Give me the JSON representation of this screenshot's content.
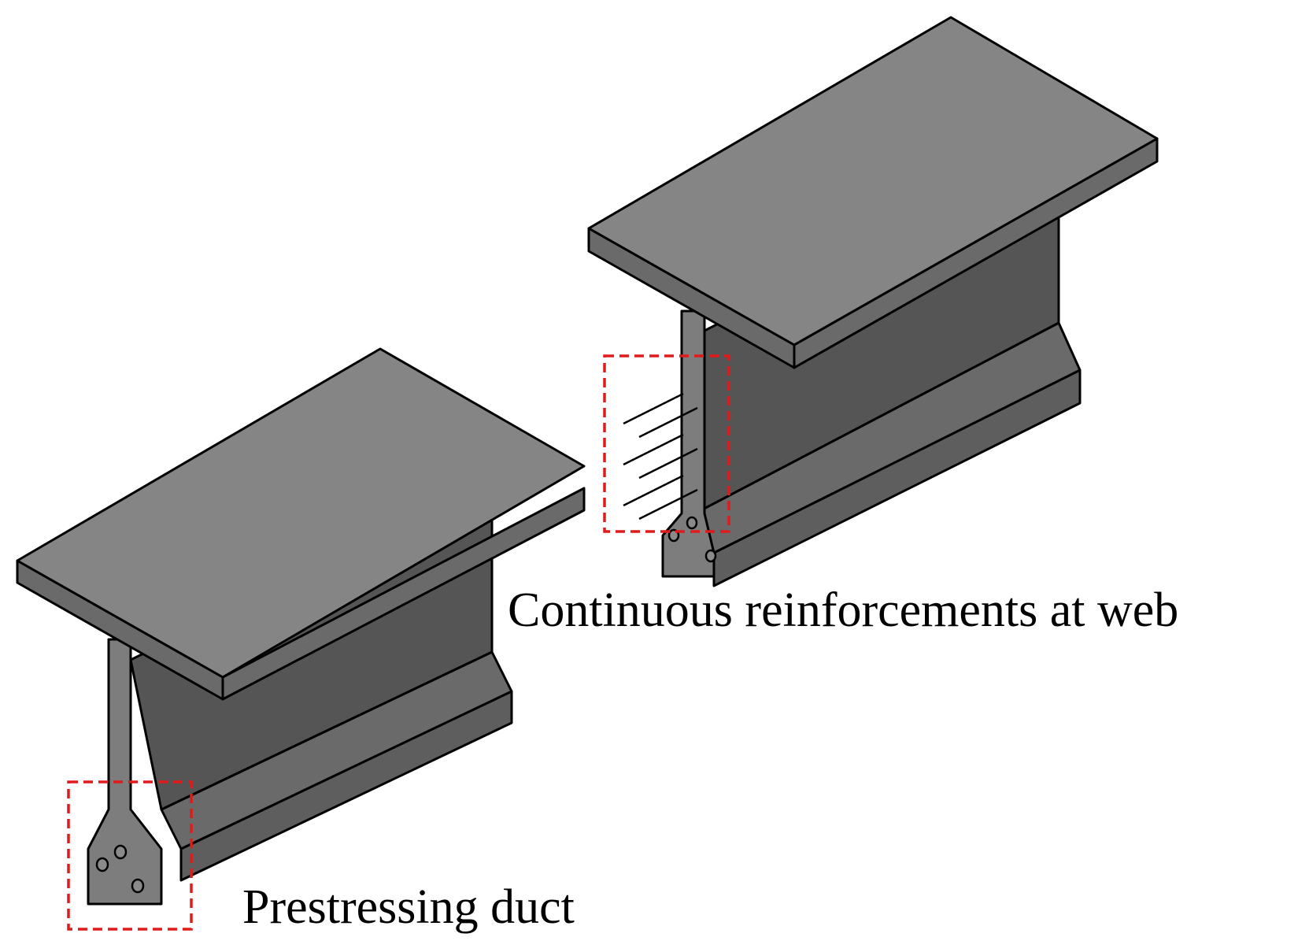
{
  "labels": {
    "web_reinforcement": "Continuous reinforcements at web",
    "prestressing_duct": "Prestressing duct"
  },
  "colors": {
    "flange_top": "#858585",
    "flange_side": "#6a6a6a",
    "web_face": "#555555",
    "web_end": "#7d7d7d",
    "bulb_slope": "#6a6a6a",
    "bulb_side": "#5e5e5e",
    "outline": "#000000",
    "rebar": "#9a9a9a",
    "callout": "#e01b1b"
  },
  "callouts": [
    {
      "name": "web-reinforcement-callout"
    },
    {
      "name": "prestressing-duct-callout"
    }
  ]
}
